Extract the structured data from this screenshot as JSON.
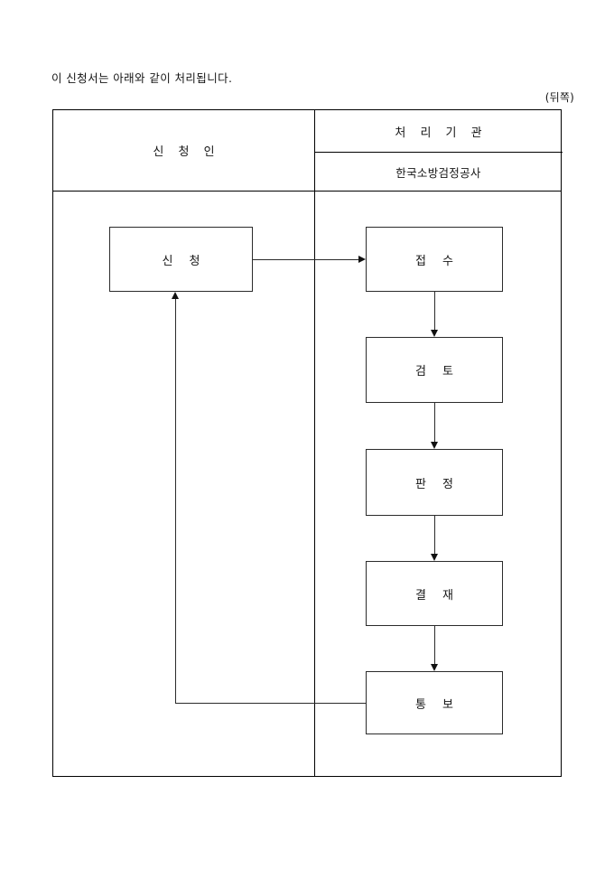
{
  "document": {
    "intro_text": "이 신청서는 아래와 같이 처리됩니다.",
    "page_marker": "(뒤쪽)"
  },
  "table": {
    "columns": [
      {
        "header": "신 청 인"
      },
      {
        "header": "처 리 기 관",
        "subheader": "한국소방검정공사"
      }
    ]
  },
  "flowchart": {
    "applicant_steps": [
      {
        "label": "신 청"
      }
    ],
    "agency_steps": [
      {
        "label": "접 수"
      },
      {
        "label": "검 토"
      },
      {
        "label": "판 정"
      },
      {
        "label": "결 재"
      },
      {
        "label": "통 보"
      }
    ]
  },
  "colors": {
    "border": "#000000",
    "box_border": "#2b2b2b",
    "text": "#151515",
    "arrow": "#111111",
    "background": "#ffffff"
  }
}
